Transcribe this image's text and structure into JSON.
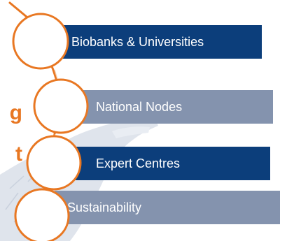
{
  "left_text": {
    "line1": "g",
    "line2": "t"
  },
  "steps": [
    {
      "label": "Biobanks & Universities"
    },
    {
      "label": "National Nodes"
    },
    {
      "label": "Expert Centres"
    },
    {
      "label": "Sustainability"
    }
  ],
  "colors": {
    "accent_orange": "#e87722",
    "dark_blue": "#0c3e7b",
    "slate_blue": "#8493ae",
    "map_gray": "#dfe4ec"
  }
}
